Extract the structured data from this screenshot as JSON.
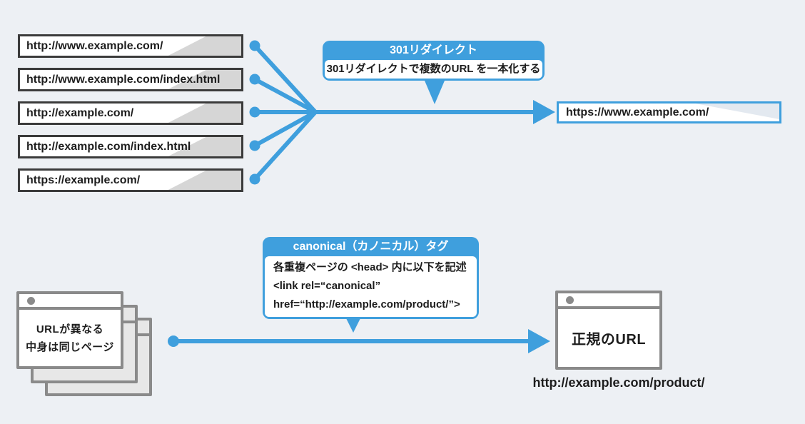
{
  "colors": {
    "accent_blue": "#3f9fdd",
    "canvas_background": "#edf0f4",
    "url_box_border": "#3b3b3b",
    "window_border": "#8a8a8a"
  },
  "redirect_section": {
    "source_urls": [
      "http://www.example.com/",
      "http://www.example.com/index.html",
      "http://example.com/",
      "http://example.com/index.html",
      "https://example.com/"
    ],
    "callout": {
      "title": "301リダイレクト",
      "body": "301リダイレクトで複数のURL を一本化する"
    },
    "target_url": "https://www.example.com/"
  },
  "canonical_section": {
    "callout": {
      "title": "canonical（カノニカル）タグ",
      "body_lines": [
        "各重複ページの <head> 内に以下を記述",
        "<link rel=“canonical”",
        "href=“http://example.com/product/”>"
      ]
    },
    "duplicate_pages_label": [
      "URLが異なる",
      "中身は同じページ"
    ],
    "canonical_window_label": "正規のURL",
    "canonical_url": "http://example.com/product/"
  }
}
